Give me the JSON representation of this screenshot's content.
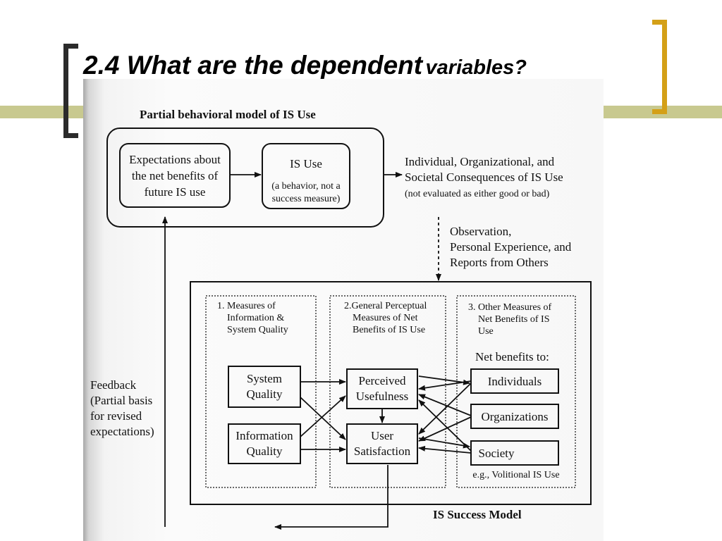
{
  "slide": {
    "title_main": "2.4 What are the dependent",
    "title_small": "variables?"
  },
  "colors": {
    "accent_line": "#c8c98f",
    "bracket_left": "#2b2b2b",
    "bracket_right": "#d4a017"
  },
  "diagram": {
    "partial_model_title": "Partial behavioral model of IS Use",
    "expectations": [
      "Expectations about",
      "the net benefits of",
      "future IS use"
    ],
    "is_use": [
      "IS Use",
      "(a behavior, not a",
      "success measure)"
    ],
    "consequences": [
      "Individual, Organizational, and",
      "Societal Consequences of IS Use",
      "(not evaluated as either good or bad)"
    ],
    "observation": [
      "Observation,",
      "Personal Experience, and",
      "Reports from Others"
    ],
    "feedback": [
      "Feedback",
      "(Partial basis",
      "for revised",
      "expectations)"
    ],
    "col1_header": [
      "1. Measures of",
      "Information &",
      "System Quality"
    ],
    "col2_header": [
      "2.General Perceptual",
      "Measures of Net",
      "Benefits of IS Use"
    ],
    "col3_header": [
      "3. Other Measures of",
      "Net Benefits of IS",
      "Use"
    ],
    "system_quality": [
      "System",
      "Quality"
    ],
    "information_quality": [
      "Information",
      "Quality"
    ],
    "perceived_usefulness": [
      "Perceived",
      "Usefulness"
    ],
    "user_satisfaction": [
      "User",
      "Satisfaction"
    ],
    "net_benefits_to": "Net benefits to:",
    "individuals": "Individuals",
    "organizations": "Organizations",
    "society": "Society",
    "volitional": "e.g., Volitional IS Use",
    "success_model": "IS Success Model"
  }
}
